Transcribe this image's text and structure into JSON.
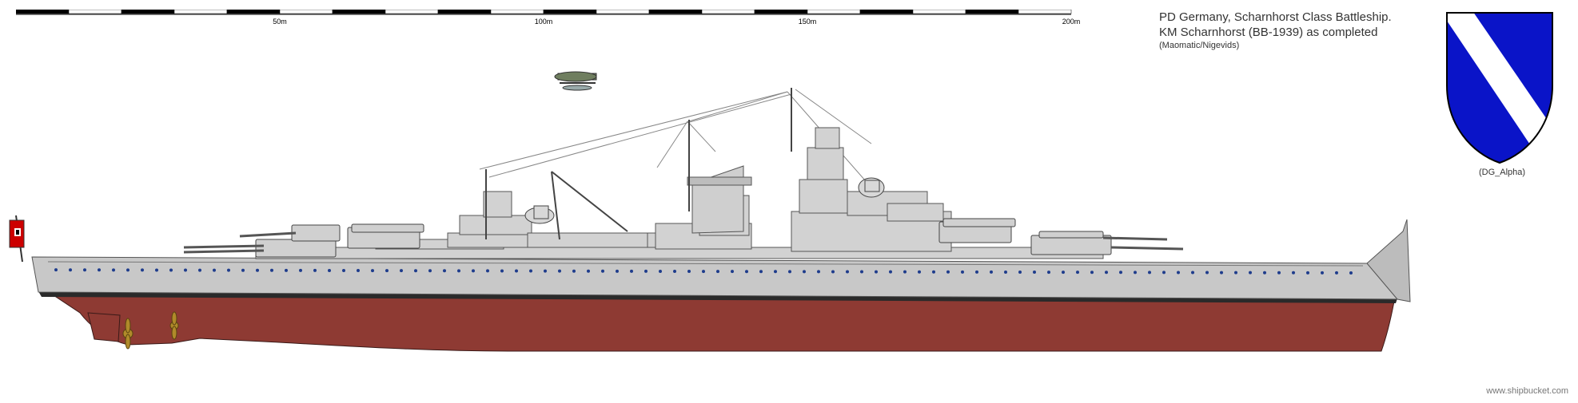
{
  "scale": {
    "labels": [
      "50m",
      "100m",
      "150m",
      "200m"
    ]
  },
  "title": {
    "line1": "PD Germany, Scharnhorst Class Battleship.",
    "line2": "KM Scharnhorst (BB-1939) as completed",
    "credit": "(Maomatic/Nigevids)"
  },
  "emblem": {
    "credit": "(DG_Alpha)",
    "field_color": "#0a14c8",
    "stripe_color": "#ffffff"
  },
  "colors": {
    "hull_grey": "#c8c8c8",
    "superstructure_grey": "#d2d2d2",
    "boot_topping": "#2a2a2a",
    "lower_hull": "#8e3a33",
    "portholes": "#1e3c8c"
  },
  "watermark": "www.shipbucket.com"
}
